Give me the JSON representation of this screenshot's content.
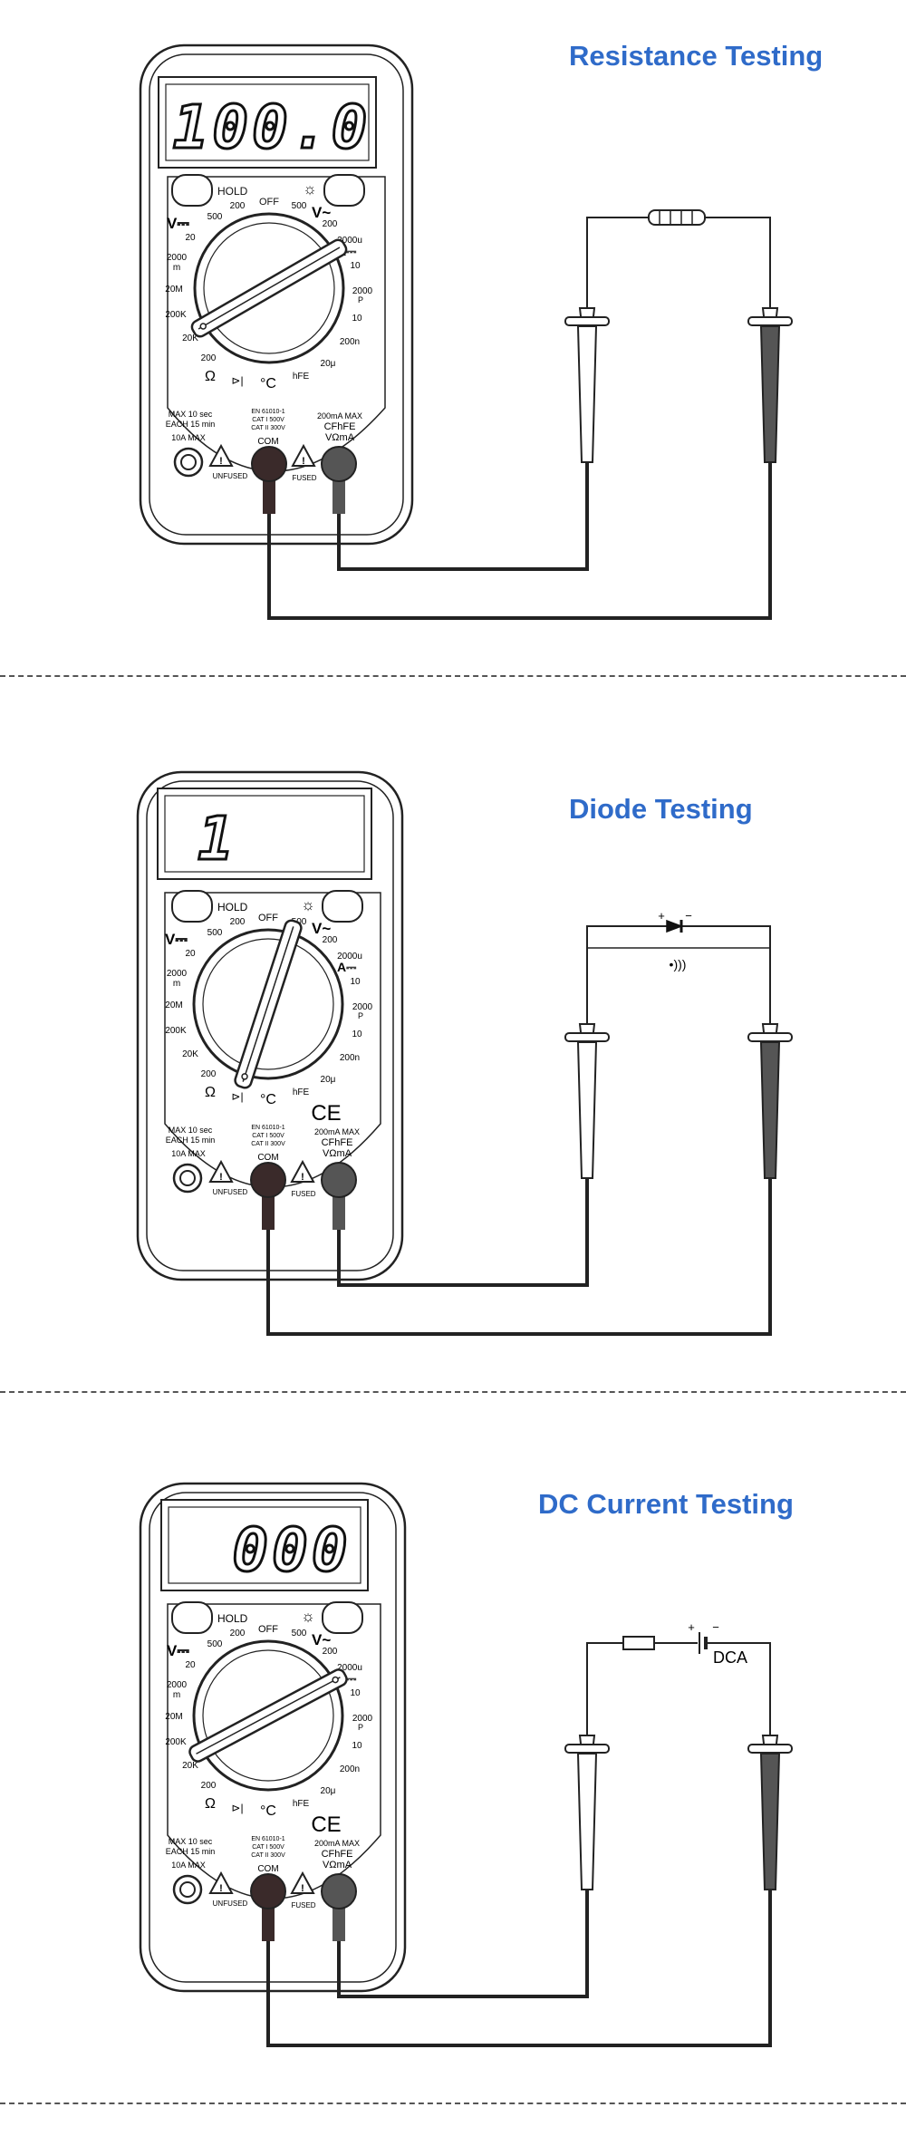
{
  "colors": {
    "title": "#2f6bc9",
    "line": "#222222",
    "com_jack": "#3a2a2a",
    "vohm_jack": "#555555"
  },
  "meter": {
    "hold": "HOLD",
    "off": "OFF",
    "dial": {
      "v_dc": "V⎓",
      "v_ac": "V~",
      "a_dc": "A⎓",
      "v200": "200",
      "v500": "500",
      "vac500": "500",
      "vac200": "200",
      "dcv20": "20",
      "dcv200b": "200",
      "ohm2000m": "2000",
      "ohm_m": "m",
      "ohm20m": "20M",
      "ohm200k": "200K",
      "ohm20k": "20K",
      "ohm200": "200",
      "a2000u": "2000u",
      "a10": "10",
      "p2000": "2000",
      "p_unit": "P",
      "p10": "10",
      "n200": "200n",
      "u20": "20μ",
      "ohm": "Ω",
      "celsius": "°C",
      "hfe": "hFE"
    },
    "warn_left_1": "MAX 10 sec",
    "warn_left_2": "EACH 15 min",
    "warn_left_3": "10A MAX",
    "std_1": "EN 61010-1",
    "std_2": "CAT I 500V",
    "std_3": "CAT II 300V",
    "com": "COM",
    "right_1": "200mA MAX",
    "right_2": "CFhFE",
    "right_3": "VΩmA",
    "unfused": "UNFUSED",
    "fused": "FUSED",
    "ce": "CE"
  },
  "panels": [
    {
      "title": "Resistance Testing",
      "display": "100.0"
    },
    {
      "title": "Diode Testing",
      "display": "1",
      "diode_plus": "+",
      "diode_minus": "−",
      "buzzer": "•)))"
    },
    {
      "title": "DC Current Testing",
      "display": "000",
      "battery_plus": "+",
      "battery_minus": "−",
      "dca": "DCA"
    }
  ]
}
